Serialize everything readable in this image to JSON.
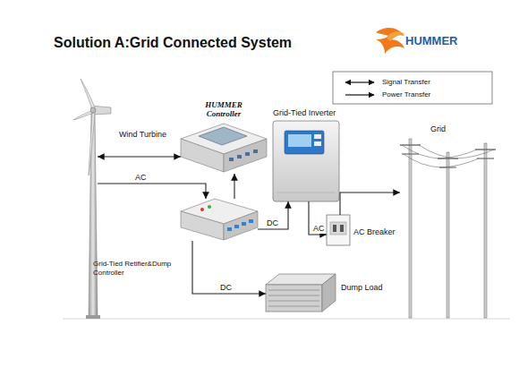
{
  "diagram": {
    "title": "Solution A:Grid Connected System",
    "nodes": [
      {
        "text": [
          "Wind Turbine"
        ]
      },
      {
        "text": [
          "HUMMER Controller"
        ]
      },
      {
        "text": [
          "Grid-Tied Inverter"
        ]
      },
      {
        "text": [
          "Grid"
        ]
      },
      {
        "text": [
          "Grid-Tied Retifier&Dump Controller"
        ]
      },
      {
        "text": [
          "AC Breaker"
        ]
      },
      {
        "text": [
          "Dump Load"
        ]
      }
    ],
    "edges": [
      {
        "from": 0,
        "to": 4,
        "label": "AC",
        "arrow": "to"
      },
      {
        "from": 0,
        "to": 1,
        "arrow": "both"
      },
      {
        "from": 4,
        "to": 1,
        "arrow": "to"
      },
      {
        "from": 4,
        "to": 2,
        "label": "DC",
        "arrow": "to"
      },
      {
        "from": 2,
        "to": 5,
        "label": "AC",
        "arrow": "to"
      },
      {
        "from": 5,
        "to": 3,
        "arrow": "to"
      },
      {
        "from": 4,
        "to": 6,
        "label": "DC",
        "arrow": "to"
      }
    ],
    "labels": [
      "HUMMER"
    ],
    "legend": [
      {
        "text": "Signal Transfer"
      },
      {
        "text": "Power Transfer"
      }
    ]
  }
}
